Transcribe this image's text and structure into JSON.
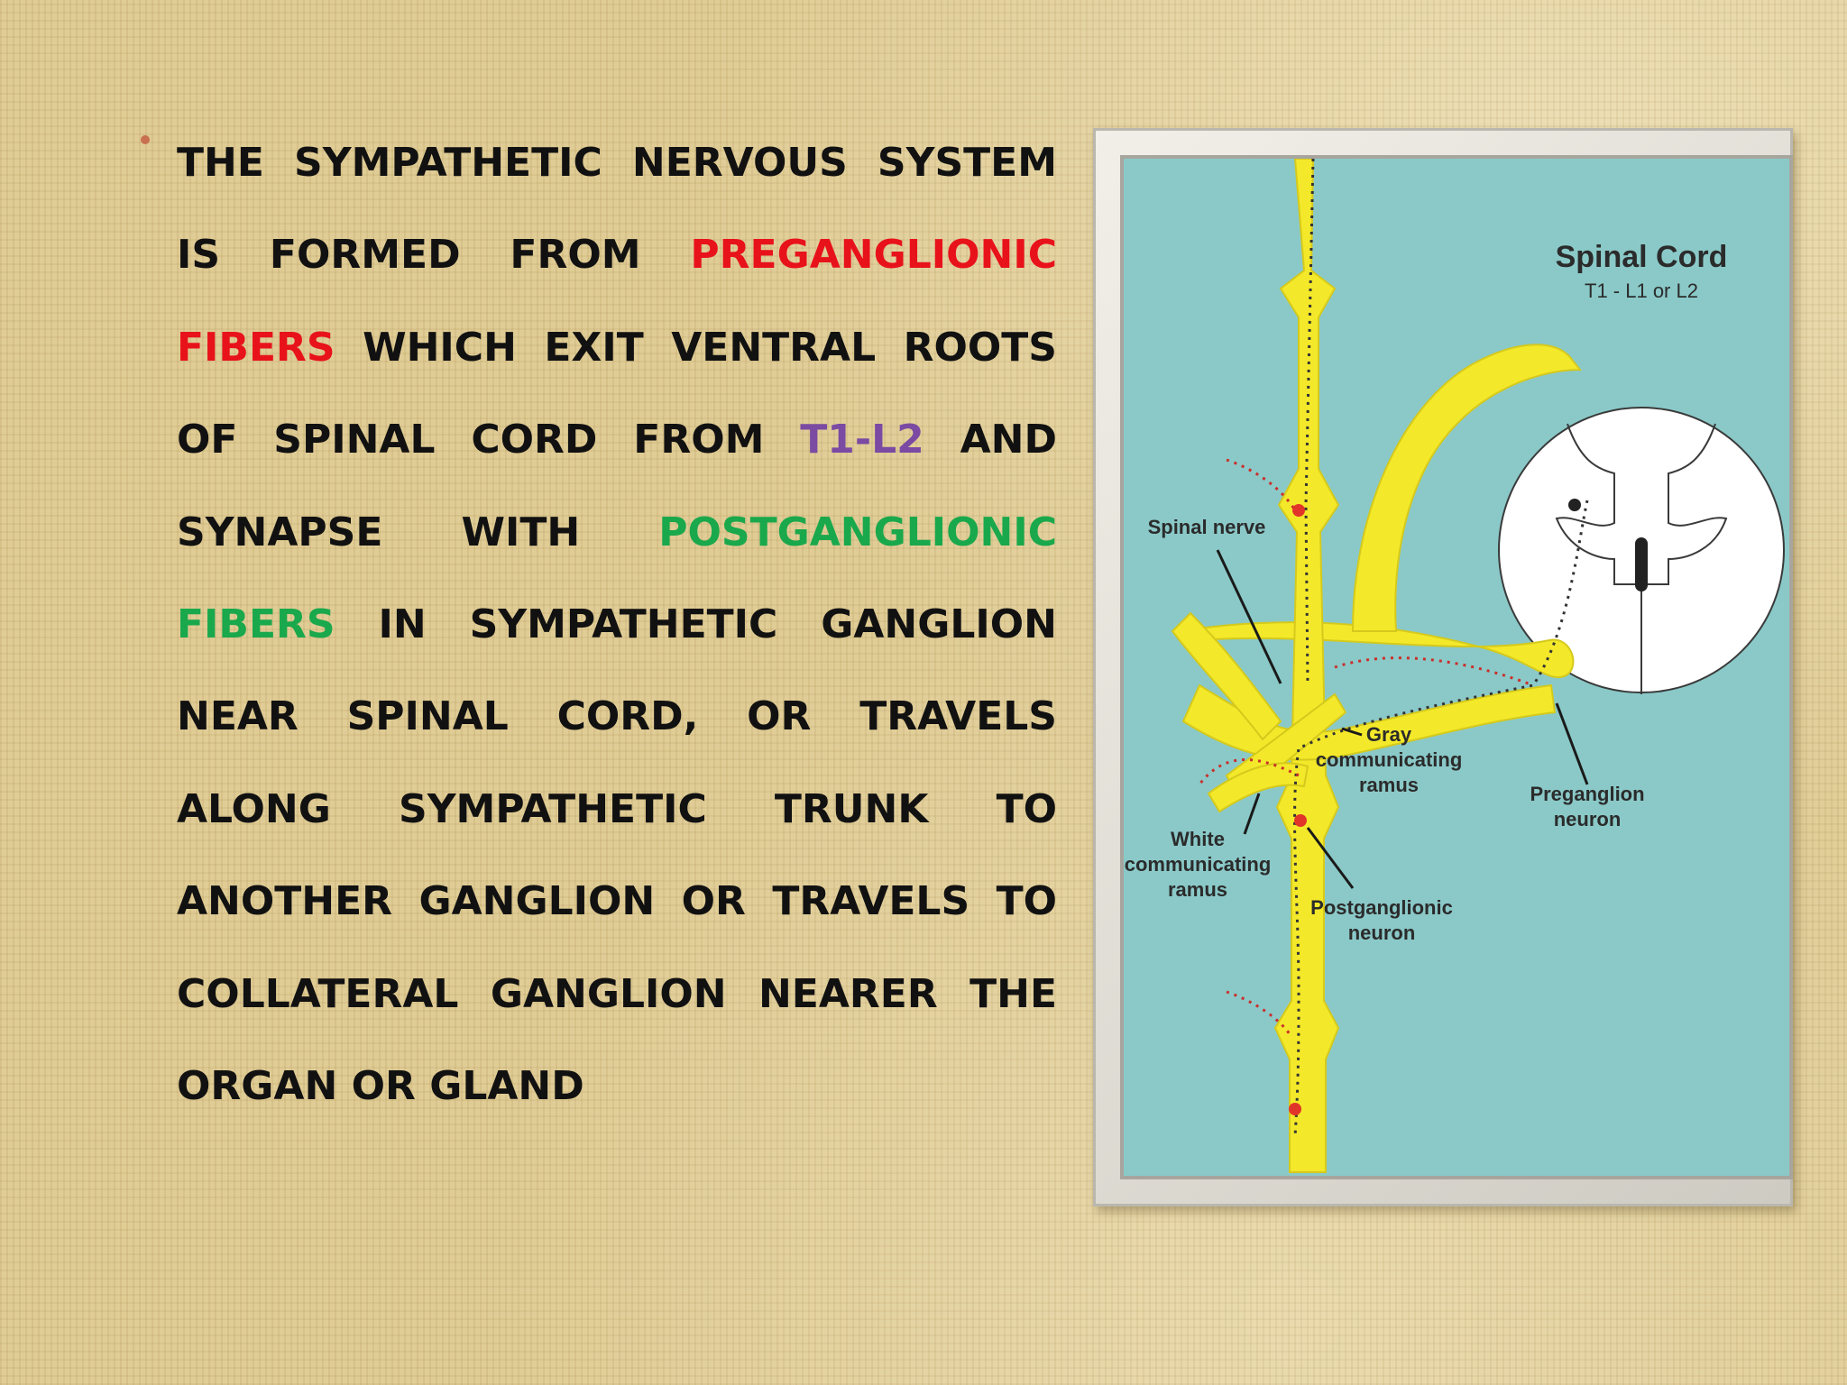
{
  "slide": {
    "segments": [
      {
        "text": "THE SYMPATHETIC NERVOUS SYSTEM IS FORMED FROM ",
        "color": "#111111"
      },
      {
        "text": "PREGANGLIONIC FIBERS",
        "color": "#e8121b"
      },
      {
        "text": " WHICH EXIT VENTRAL ROOTS OF SPINAL CORD FROM ",
        "color": "#111111"
      },
      {
        "text": "T1-L2",
        "color": "#7b4aa2"
      },
      {
        "text": " AND SYNAPSE WITH ",
        "color": "#111111"
      },
      {
        "text": "POSTGANGLIONIC FIBERS",
        "color": "#1aa84c"
      },
      {
        "text": " IN SYMPATHETIC GANGLION NEAR SPINAL CORD, OR TRAVELS ALONG SYMPATHETIC TRUNK TO ANOTHER GANGLION OR TRAVELS TO COLLATERAL GANGLION NEARER THE ORGAN OR GLAND",
        "color": "#111111"
      }
    ],
    "bullet_color": "#c8704f"
  },
  "diagram": {
    "title": "Spinal Cord",
    "subtitle": "T1 - L1 or L2",
    "labels": {
      "spinal_nerve": "Spinal nerve",
      "gray_line1": "Gray",
      "gray_line2": "communicating",
      "gray_line3": "ramus",
      "white_line1": "White",
      "white_line2": "communicating",
      "white_line3": "ramus",
      "postgang_line1": "Postganglionic",
      "postgang_line2": "neuron",
      "pregang_line1": "Preganglion",
      "pregang_line2": "neuron"
    },
    "colors": {
      "nerve": "#f3e92a",
      "background": "#8ac9c8",
      "ganglion_dot": "#e2352a"
    }
  }
}
